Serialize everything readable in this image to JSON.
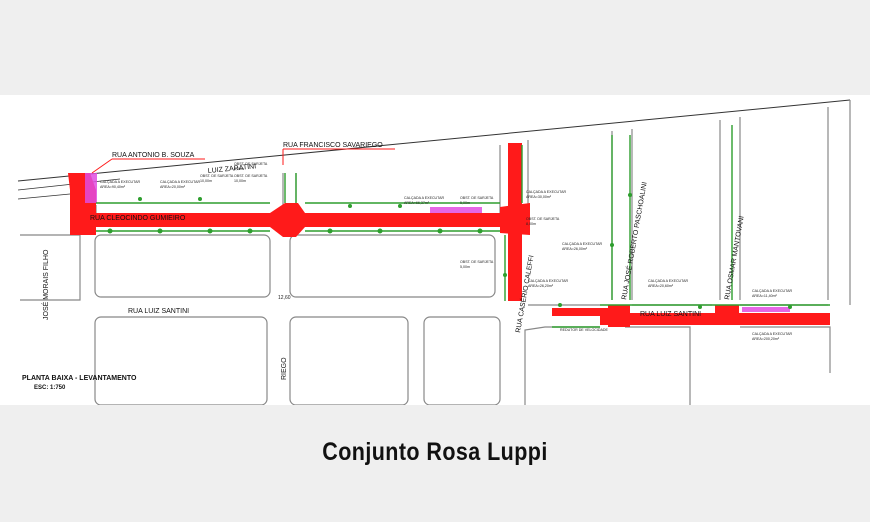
{
  "drawing": {
    "streets": {
      "antonio_souza": "RUA ANTONIO B. SOUZA",
      "francisco_savariego": "RUA FRANCISCO SAVARIEGO",
      "luiz_zaratini": "LUIZ ZARATINI",
      "cleocindo_gumieiro": "RUA CLEOCINDO GUMIEIRO",
      "jose_morais_filho": "JOSÉ MORAIS FILHO",
      "luiz_santini_left": "RUA LUIZ SANTINI",
      "luiz_santini_right": "RUA LUIZ SANTINI",
      "caserio_caleffi": "RUA CASÉRIO CALEFFI",
      "jose_roberto_paschoalini": "RUA JOSÉ ROBERTO PASCHOALINI",
      "osmar_mantovani": "RUA OSMAR MANTOVANI",
      "riego": "RIEGO"
    },
    "dimension_1260": "12,60",
    "notes": {
      "calcada_antonio": "CALÇADA A EXECUTAR",
      "area_antonio": "AREA=90,40m²",
      "calcada_b": "CALÇADA A EXECUTAR",
      "area_b": "AREA=20,00m²",
      "obst_1": "OBST. DE SARJETA",
      "obst_1_len": "8,00m",
      "obst_2": "OBST. DE SARJETA",
      "obst_2_len": "10,00m",
      "obst_3": "OBST. DE SARJETA",
      "obst_3_len": "10,00m",
      "calcada_c": "CALÇADA A EXECUTAR",
      "area_c": "AREA=66,37m²",
      "obst_4": "OBST. DE SARJETA",
      "obst_4_len": "5,00m",
      "calcada_d": "CALÇADA A EXECUTAR",
      "area_d": "AREA=30,00m²",
      "obst_5": "OBST. DE SARJETA",
      "obst_5_len": "8,00m",
      "calcada_e": "CALÇADA A EXECUTAR",
      "area_e": "AREA=26,00m²",
      "obst_6": "OBST. DE SARJETA",
      "obst_6_len": "5,00m",
      "calcada_f": "CALÇADA A EXECUTAR",
      "area_f": "AREA=26,20m²",
      "calcada_g": "CALÇADA A EXECUTAR",
      "area_g": "AREA=20,60m²",
      "calcada_h": "CALÇADA A EXECUTAR",
      "area_h": "AREA=11,40m²",
      "calcada_i": "CALÇADA A EXECUTAR",
      "area_i": "AREA=200,20m²",
      "redutor": "REDUTOR DE VELOCIDADE"
    },
    "plan_title": "PLANTA BAIXA - LEVANTAMENTO",
    "scale": "ESC: 1:750"
  },
  "caption": "Conjunto Rosa Luppi",
  "colors": {
    "road_red": "#ff1a1a",
    "sidewalk_green": "#2e9e2e",
    "sidewalk_magenta": "#e04ce0",
    "background": "#efefef"
  }
}
